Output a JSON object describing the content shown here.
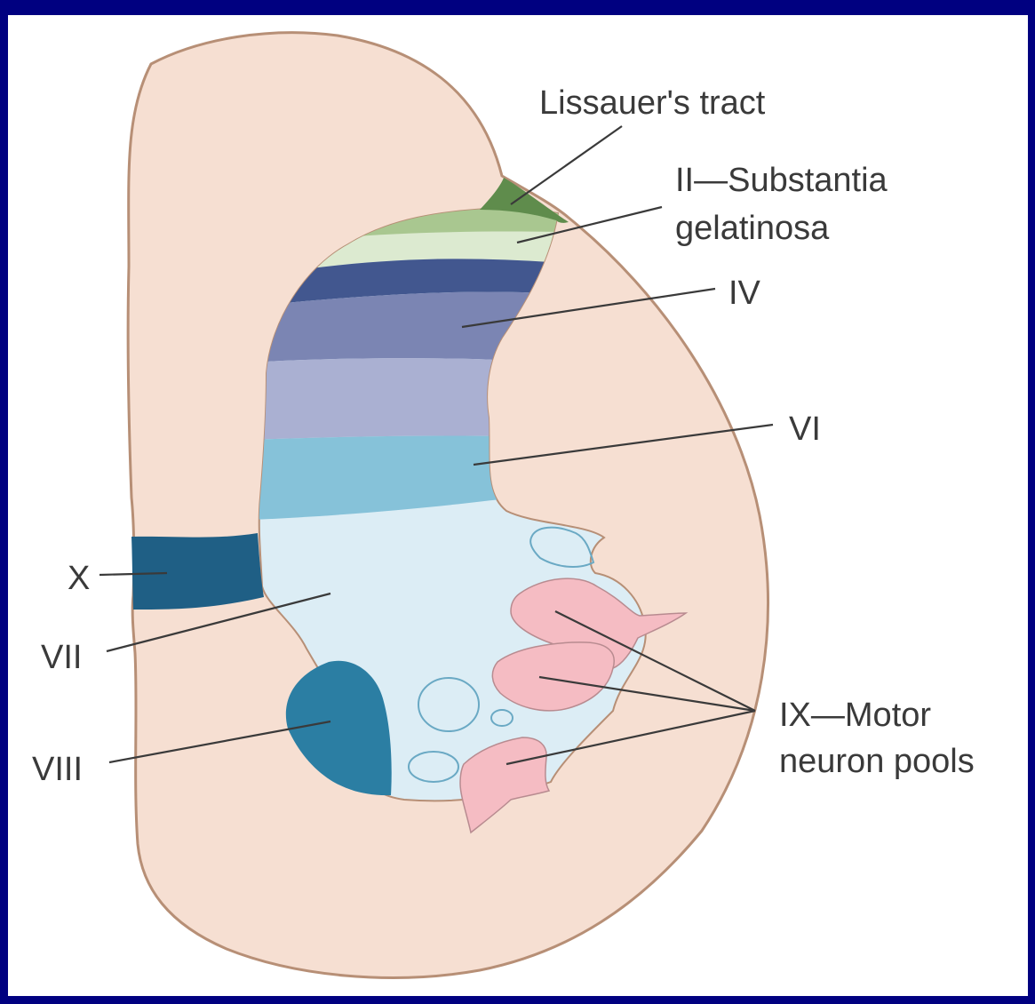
{
  "labels": {
    "lissauer": "Lissauer's tract",
    "lamina_ii_line1": "II—Substantia",
    "lamina_ii_line2": "gelatinosa",
    "lamina_iv": "IV",
    "lamina_vi": "VI",
    "lamina_x": "X",
    "lamina_vii": "VII",
    "lamina_viii": "VIII",
    "lamina_ix_line1": "IX—Motor",
    "lamina_ix_line2": "neuron pools"
  },
  "colors": {
    "frame": "#000080",
    "background": "#ffffff",
    "white_matter": "#f6dfd2",
    "outline": "#b78f76",
    "lissauer_tract": "#5f8c4c",
    "lamina_i": "#a9c790",
    "lamina_ii": "#dcead0",
    "lamina_iii": "#42578f",
    "lamina_iv": "#7b85b3",
    "lamina_v": "#aab0d2",
    "lamina_vi": "#86c2d9",
    "lamina_vii": "#dcedf5",
    "lamina_viii": "#2b7ea3",
    "lamina_x": "#1f5f85",
    "lamina_ix": "#f5bcc3"
  }
}
